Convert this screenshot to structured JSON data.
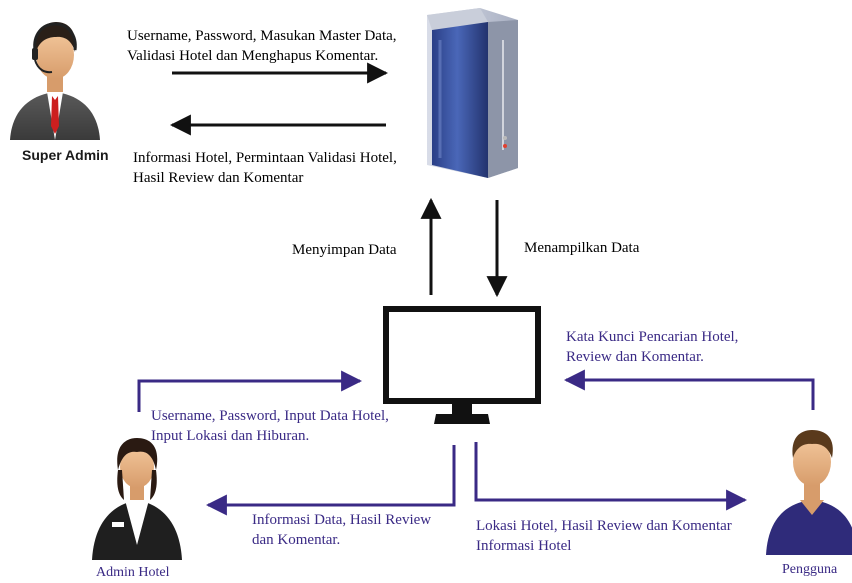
{
  "actors": {
    "super_admin": "Super Admin",
    "admin_hotel": "Admin Hotel",
    "pengguna": "Pengguna"
  },
  "flows": {
    "admin_to_server": "Username, Password, Masukan Master Data,\nValidasi Hotel dan Menghapus Komentar.",
    "server_to_admin": "Informasi Hotel, Permintaan Validasi Hotel,\nHasil Review dan Komentar",
    "save_data": "Menyimpan Data",
    "show_data": "Menampilkan Data",
    "hotel_admin_to_system": "Username, Password, Input Data Hotel,\nInput Lokasi dan Hiburan.",
    "system_to_hotel_admin": "Informasi Data, Hasil Review\ndan Komentar.",
    "user_to_system": "Kata Kunci Pencarian Hotel,\nReview dan Komentar.",
    "system_to_user": "Lokasi Hotel, Hasil Review dan Komentar\nInformasi Hotel"
  },
  "colors": {
    "black_arrow": "#111111",
    "purple_arrow": "#3a2a85",
    "server_blue": "#3c55a5"
  }
}
